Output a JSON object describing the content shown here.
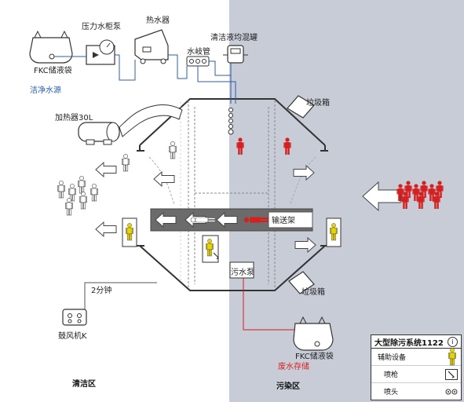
{
  "labels": {
    "fkc_bag_top": "FKC储液袋",
    "pressure_pump": "压力水柜泵",
    "water_heater": "热水器",
    "water_manifold": "水岐管",
    "mixing_tank": "清洁液均混罐",
    "clean_water_source": "洁净水源",
    "heater_30l": "加热器30L",
    "trash_top": "垃圾箱",
    "conveyor": "输送架",
    "sewage_pump": "污水泵",
    "trash_bottom": "垃圾箱",
    "two_min": "2分钟",
    "blower": "鼓风机K",
    "fkc_bag_bottom": "FKC储液袋",
    "wastewater_storage": "废水存储",
    "clean_zone": "清洁区",
    "dirty_zone": "污染区"
  },
  "legend": {
    "title": "大型除污系统1122",
    "info_icon": "info-icon",
    "rows": [
      {
        "label": "辅助设备",
        "icon": "person-icon"
      },
      {
        "label": "喷枪",
        "icon": "spray-gun-icon"
      },
      {
        "label": "喷头",
        "icon": "nozzle-icon"
      }
    ]
  },
  "colors": {
    "dirty_zone_bg": "#c7ccd6",
    "contaminated_person": "#d42020",
    "aux_person": "#e8d400",
    "water_pipe": "#2a5db0",
    "waste_pipe": "#d22020",
    "conveyor_bg": "#6b6b6b"
  }
}
